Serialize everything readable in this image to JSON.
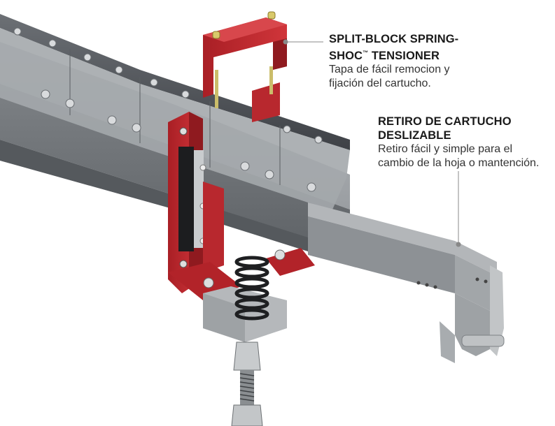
{
  "callouts": [
    {
      "title_line1": "SPLIT-BLOCK SPRING-",
      "title_line2_pre": "SHOC",
      "title_line2_sup": "™",
      "title_line2_post": " TENSIONER",
      "desc_line1": "Tapa de fácil remocion y",
      "desc_line2": "fijación del cartucho."
    },
    {
      "title_line1": "RETIRO DE CARTUCHO",
      "title_line2": "DESLIZABLE",
      "desc_line1": "Retiro fácil y simple para el",
      "desc_line2": "cambio de la hoja o mantención."
    }
  ],
  "colors": {
    "bracket_red": "#c0262c",
    "frame_gray": "#8f9397",
    "blade_dark": "#4a4d52",
    "leader_line": "#888888"
  }
}
